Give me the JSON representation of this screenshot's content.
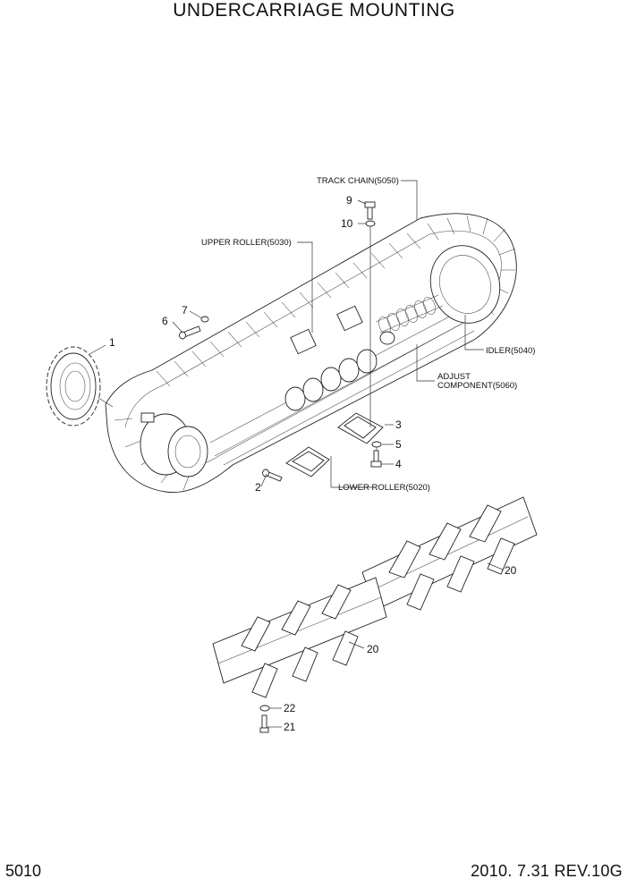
{
  "title": "UNDERCARRIAGE MOUNTING",
  "footer": {
    "page_code": "5010",
    "date_rev": "2010. 7.31  REV.10G"
  },
  "references": {
    "track_chain": "TRACK CHAIN(5050)",
    "upper_roller": "UPPER ROLLER(5030)",
    "idler": "IDLER(5040)",
    "adjust_1": "ADJUST",
    "adjust_2": "COMPONENT(5060)",
    "lower_roller": "LOWER ROLLER(5020)"
  },
  "callouts": {
    "c1": "1",
    "c2": "2",
    "c3": "3",
    "c4": "4",
    "c5": "5",
    "c6": "6",
    "c7": "7",
    "c9": "9",
    "c10": "10",
    "c20a": "20",
    "c20b": "20",
    "c21": "21",
    "c22": "22"
  }
}
